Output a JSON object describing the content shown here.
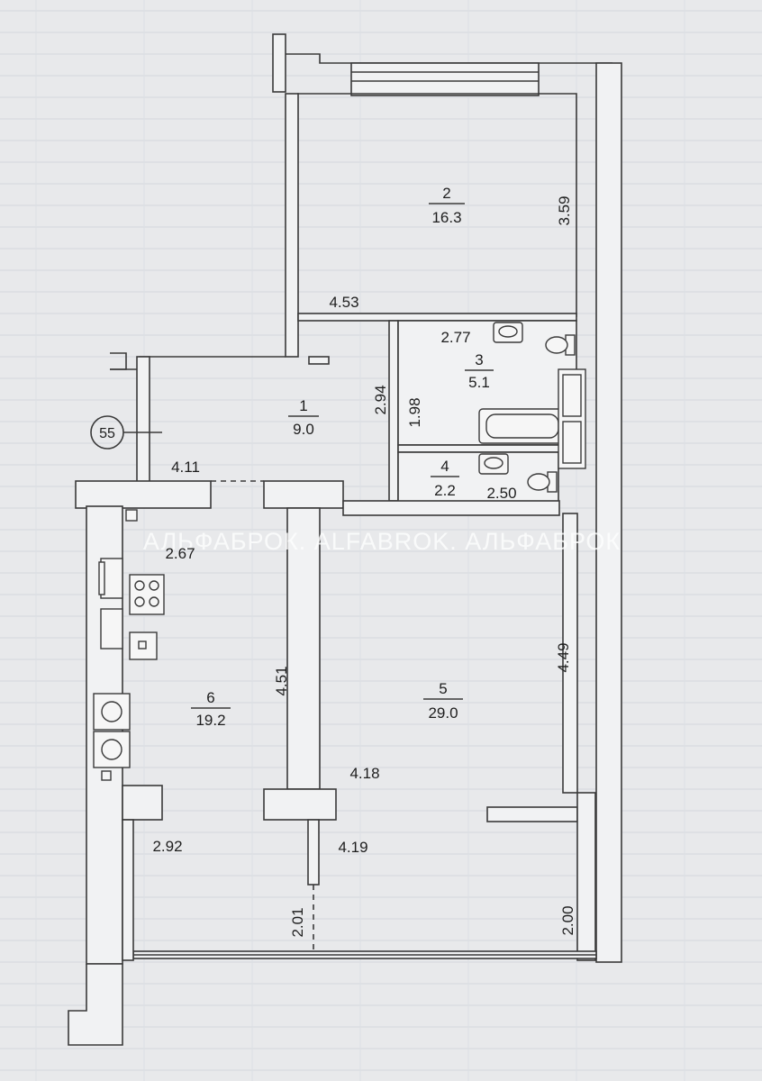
{
  "plan": {
    "watermark": "АЛЬФАБРОК. ALFABROK. АЛЬФАБРОК",
    "axis_marker": "55",
    "rooms": [
      {
        "number": "1",
        "area": "9.0"
      },
      {
        "number": "2",
        "area": "16.3"
      },
      {
        "number": "3",
        "area": "5.1"
      },
      {
        "number": "4",
        "area": "2.2"
      },
      {
        "number": "5",
        "area": "29.0"
      },
      {
        "number": "6",
        "area": "19.2"
      }
    ],
    "dimensions": [
      "3.59",
      "4.53",
      "2.77",
      "2.94",
      "1.98",
      "4.11",
      "2.50",
      "2.67",
      "4.51",
      "4.49",
      "4.18",
      "4.19",
      "2.92",
      "2.01",
      "2.00"
    ]
  },
  "colors": {
    "paper": "#e8e9eb",
    "line": "#3a3a3a",
    "text": "#1e1e1e"
  }
}
